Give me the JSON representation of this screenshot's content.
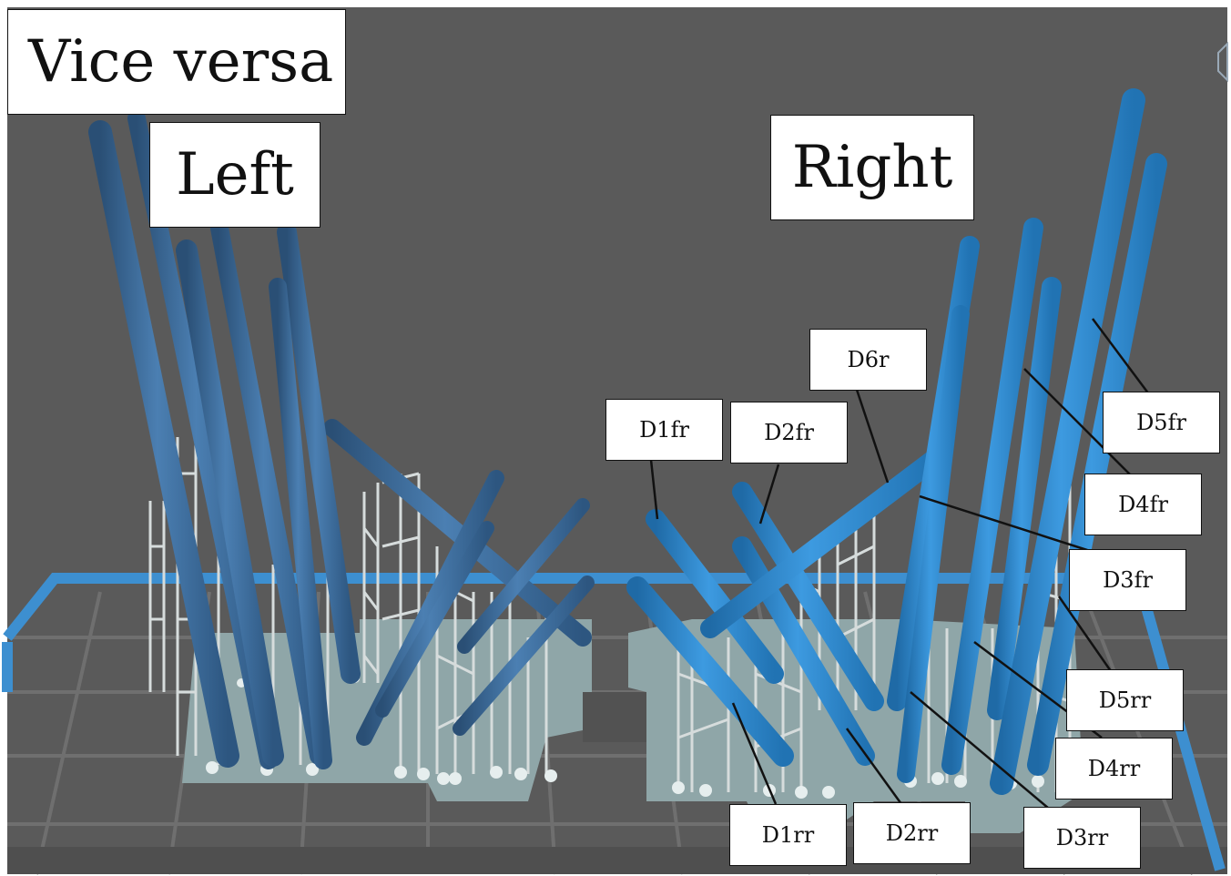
{
  "headline": "Vice versa",
  "group_labels": {
    "left": "Left",
    "right": "Right"
  },
  "part_labels": {
    "D1fr": "D1fr",
    "D2fr": "D2fr",
    "D6r": "D6r",
    "D5fr": "D5fr",
    "D4fr": "D4fr",
    "D3fr": "D3fr",
    "D5rr": "D5rr",
    "D4rr": "D4rr",
    "D1rr": "D1rr",
    "D2rr": "D2rr",
    "D3rr": "D3rr"
  },
  "colors": {
    "background": "#5a5a5a",
    "grid": "#6e6e6e",
    "build_plate_border": "#3d8fd0",
    "base_pad": "#8fa6a8",
    "rod_left": "#3f6f9e",
    "rod_right": "#2f86c8",
    "supports": "#d6dcdc"
  }
}
